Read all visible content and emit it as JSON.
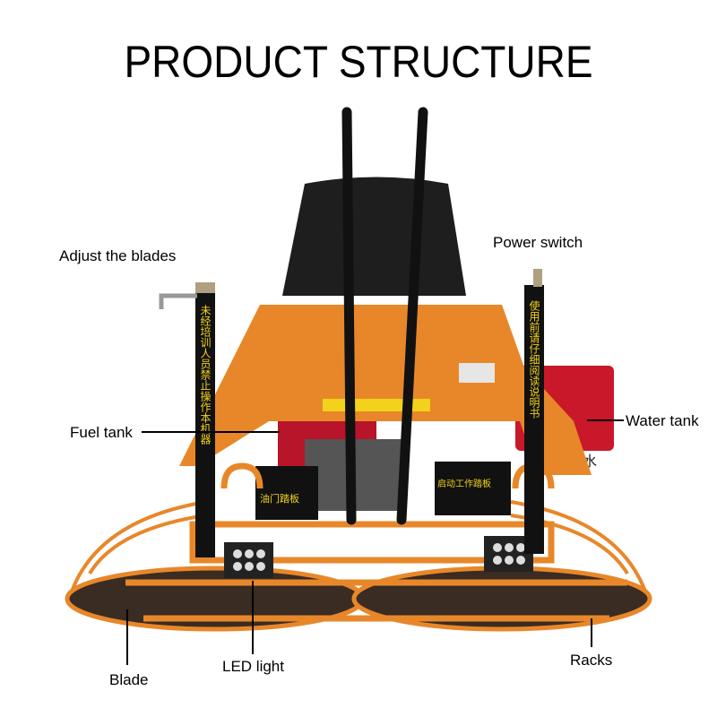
{
  "title": "PRODUCT STRUCTURE",
  "labels": {
    "adjust_blades": "Adjust the blades",
    "power_switch": "Power switch",
    "fuel_tank": "Fuel tank",
    "water_tank": "Water tank",
    "blade": "Blade",
    "led_light": "LED light",
    "racks": "Racks"
  },
  "machine_text": {
    "left_pole": "未经培训人员禁止操作本机器",
    "right_pole": "使用前请仔细阅读说明书",
    "left_box": "油门踏板",
    "right_box": "启动工作踏板",
    "water_mark": "水"
  },
  "colors": {
    "orange": "#e8872a",
    "dark": "#1a1a1a",
    "red": "#c8182a",
    "pole_text": "#f2d21a"
  }
}
